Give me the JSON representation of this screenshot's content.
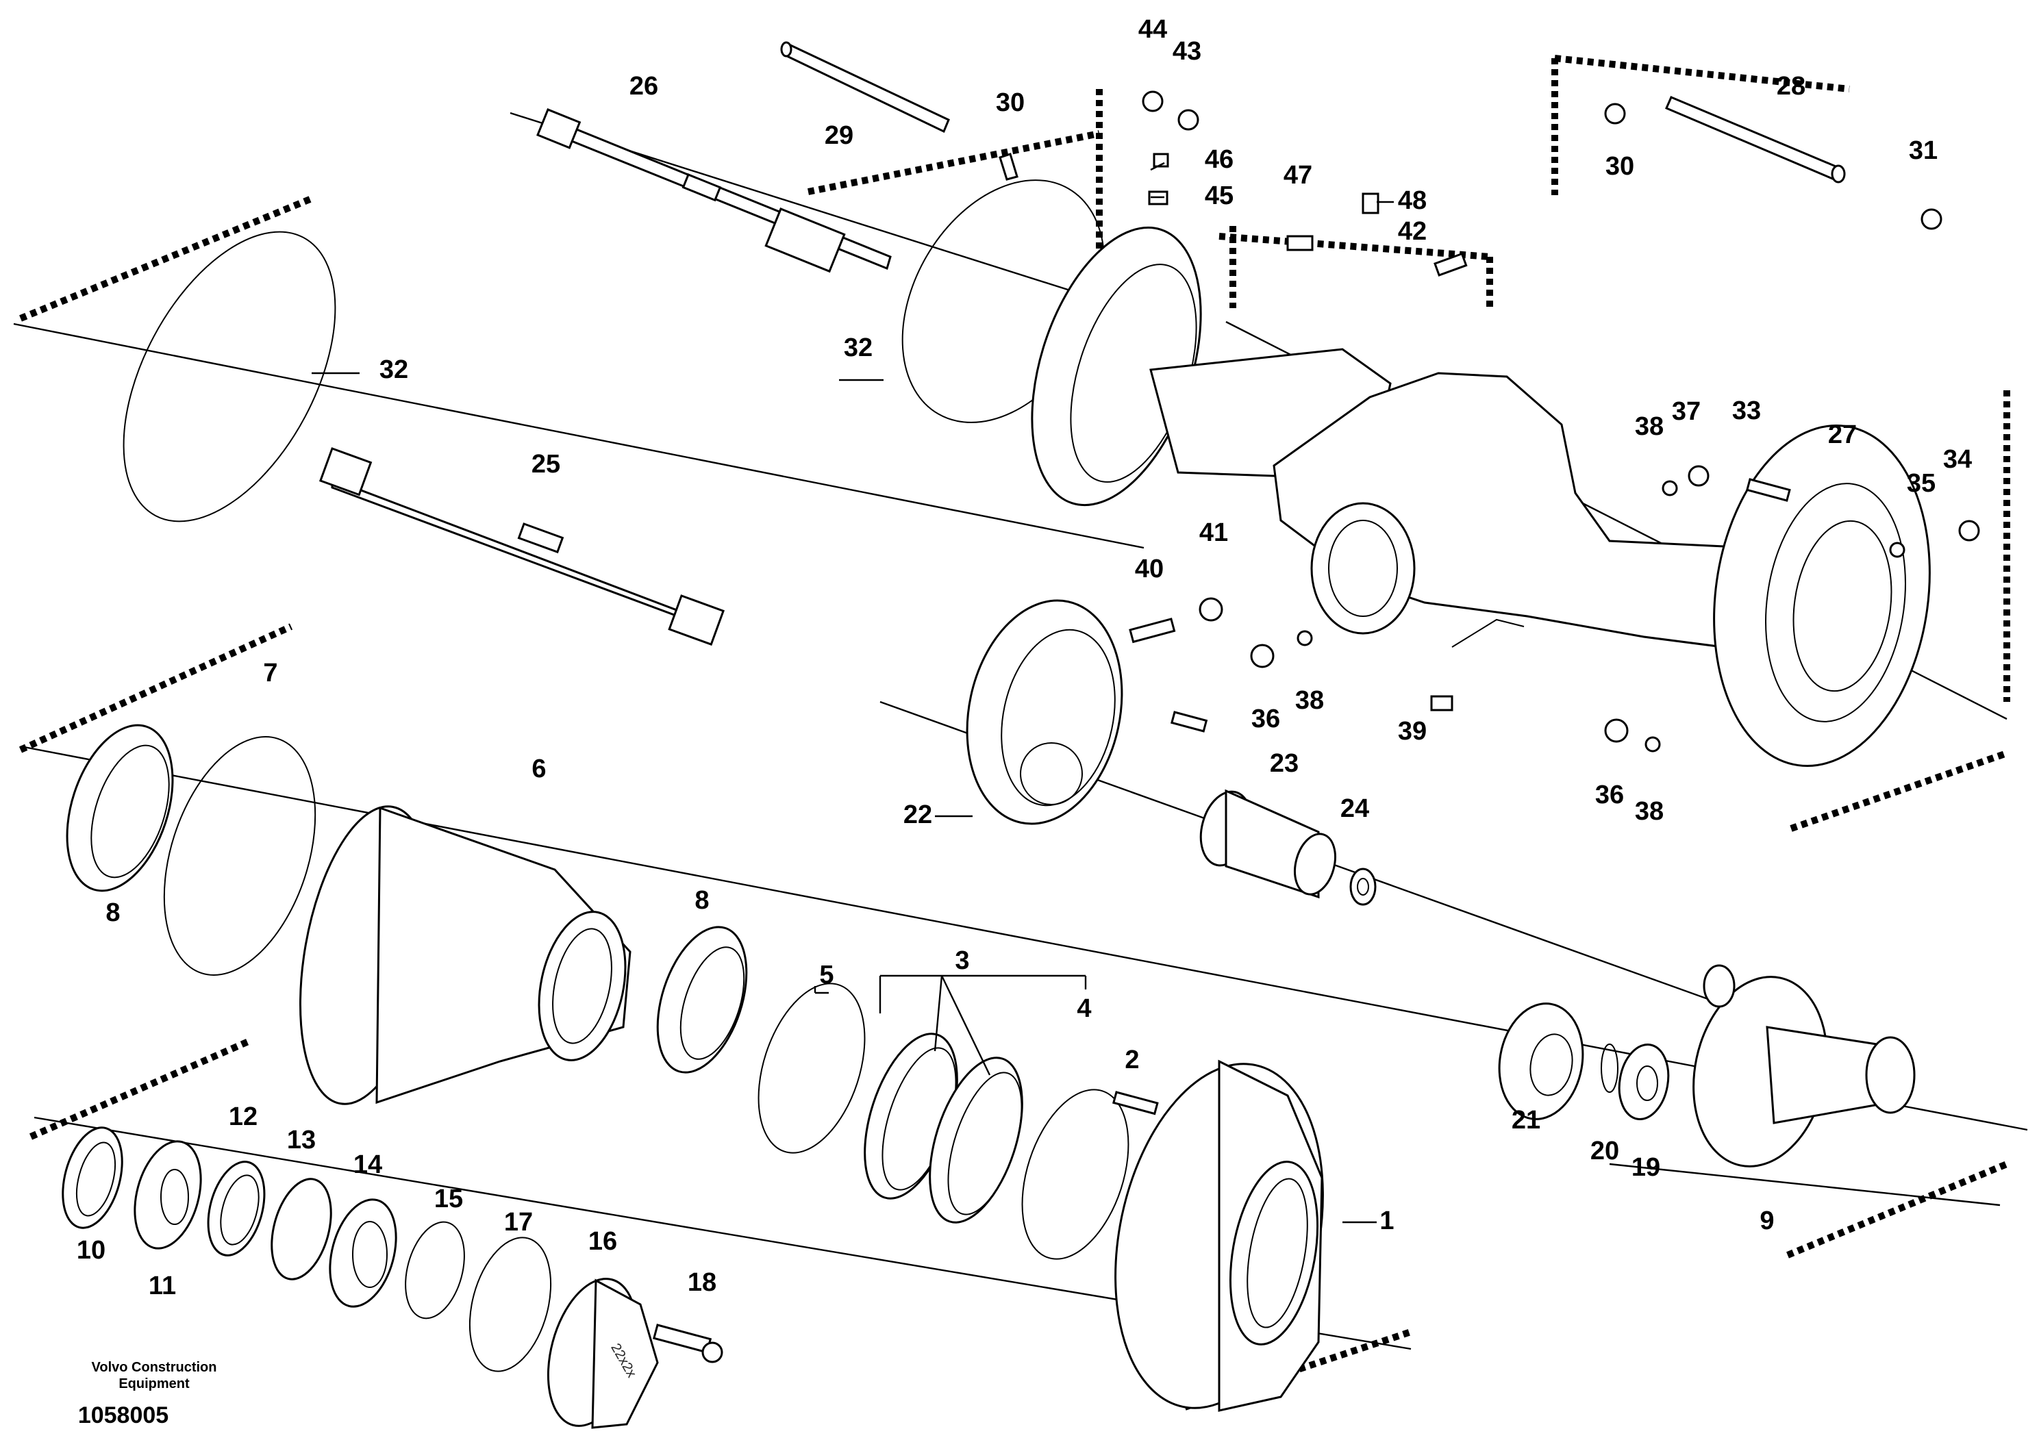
{
  "company": "Volvo Construction\nEquipment",
  "document_number": "1058005",
  "callouts": [
    "1",
    "2",
    "3",
    "4",
    "5",
    "6",
    "7",
    "8",
    "8",
    "9",
    "10",
    "11",
    "12",
    "13",
    "14",
    "15",
    "16",
    "17",
    "18",
    "19",
    "20",
    "21",
    "22",
    "23",
    "24",
    "25",
    "26",
    "27",
    "28",
    "29",
    "30",
    "30",
    "31",
    "32",
    "32",
    "33",
    "34",
    "35",
    "36",
    "36",
    "37",
    "38",
    "38",
    "38",
    "39",
    "40",
    "41",
    "42",
    "43",
    "44",
    "45",
    "46",
    "47",
    "48"
  ],
  "hub_casting_text": "22x2x"
}
